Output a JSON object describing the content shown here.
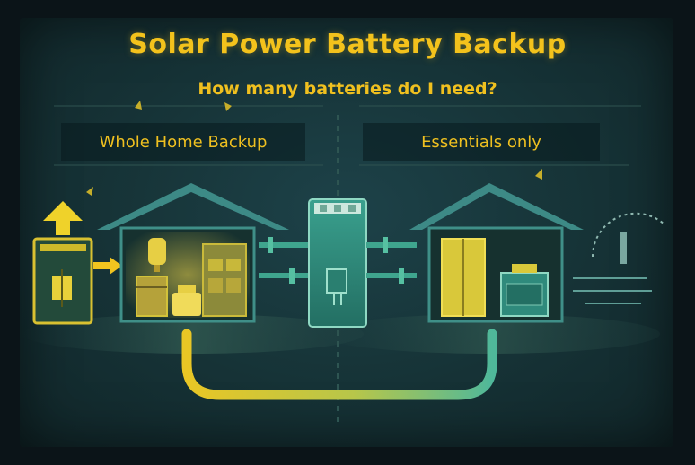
{
  "header": {
    "title": "Solar Power Battery Backup",
    "subtitle": "How many batteries do I need?"
  },
  "options": [
    {
      "label": "Whole Home Backup"
    },
    {
      "label": "Essentials only"
    }
  ],
  "colors": {
    "accent": "#f3c21c",
    "panel": "#173539",
    "house_line": "#3f8f88",
    "battery": "#2f8a7c",
    "glow": "#d6c23a"
  }
}
